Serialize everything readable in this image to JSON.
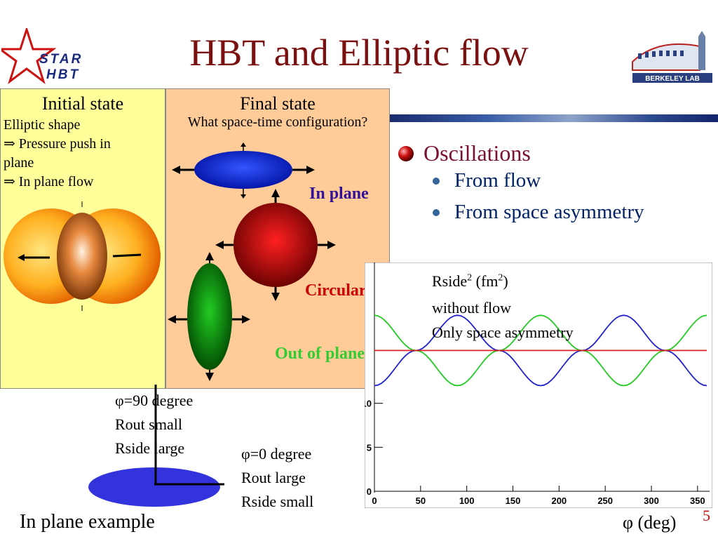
{
  "title": "HBT and Elliptic flow",
  "logos": {
    "star_line1": "STAR",
    "star_line2": "HBT",
    "lab_text": "BERKELEY LAB"
  },
  "initial_state": {
    "heading": "Initial state",
    "lines": [
      "Elliptic shape",
      "⇒ Pressure push in",
      "plane",
      "⇒ In plane flow"
    ]
  },
  "final_state": {
    "heading": "Final state",
    "question": "What space-time configuration?",
    "labels": {
      "in_plane": "In plane",
      "circular": "Circular",
      "out_of_plane": "Out of plane"
    }
  },
  "bullets": {
    "main": "Oscillations",
    "sub": [
      "From flow",
      "From space asymmetry"
    ]
  },
  "plot_labels": {
    "title_base": "Rside",
    "title_sup": "2",
    "title_unit": " (fm",
    "title_unit_sup": "2",
    "title_close": ")",
    "line2": "without flow",
    "line3": "Only space asymmetry",
    "xaxis_label": "φ (deg)"
  },
  "chart_data": {
    "type": "line",
    "x_ticks": [
      0,
      50,
      100,
      150,
      200,
      250,
      300,
      350
    ],
    "y_ticks": [
      0,
      5,
      10
    ],
    "xlim": [
      0,
      360
    ],
    "ylim": [
      0,
      26
    ],
    "series": [
      {
        "color": "#2222cc",
        "x": [
          0,
          45,
          90,
          135,
          180,
          225,
          270,
          315,
          360
        ],
        "y": [
          12,
          16,
          20,
          16,
          12,
          16,
          20,
          16,
          12
        ]
      },
      {
        "color": "#22cc22",
        "x": [
          0,
          45,
          90,
          135,
          180,
          225,
          270,
          315,
          360
        ],
        "y": [
          20,
          16,
          12,
          16,
          20,
          16,
          12,
          16,
          20
        ]
      },
      {
        "color": "#dd2222",
        "x": [
          0,
          360
        ],
        "y": [
          16,
          16
        ]
      }
    ]
  },
  "example": {
    "deg90": [
      "φ=90 degree",
      "Rout small",
      "Rside large"
    ],
    "deg0": [
      "φ=0 degree",
      "Rout large",
      "Rside small"
    ],
    "caption": "In plane example"
  },
  "slide_number": "5",
  "colors": {
    "title": "#7a1010",
    "left_panel": "#ffff99",
    "mid_panel": "#ffcc99"
  }
}
